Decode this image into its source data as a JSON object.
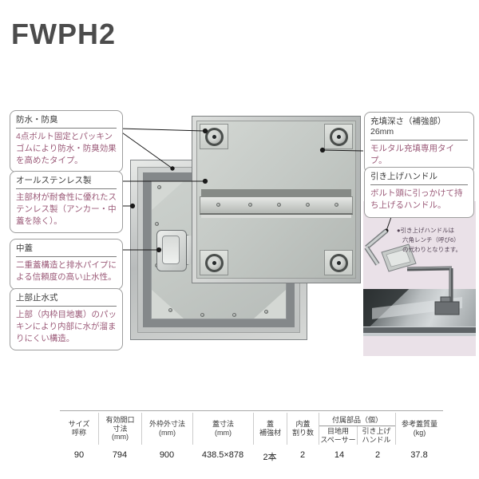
{
  "page": {
    "title": "FWPH2"
  },
  "colors": {
    "title_text": "#4c4c4c",
    "callout_body_text": "#9b5a78",
    "note_text": "#544456",
    "right_panel_background": "#eae1e8",
    "leader_line": "#1a1a1a"
  },
  "callouts_left": [
    {
      "title": "防水・防臭",
      "body": "4点ボルト固定とパッキンゴムにより防水・防臭効果を高めたタイプ。"
    },
    {
      "title": "オールステンレス製",
      "body": "主部材が耐食性に優れたステンレス製（アンカー・中蓋を除く）。"
    },
    {
      "title": "中蓋",
      "body": "二重蓋構造と排水パイプによる信頼度の高い止水性。"
    },
    {
      "title": "上部止水式",
      "body": "上部（内枠目地裏）のパッキンにより内部に水が溜まりにくい構造。"
    }
  ],
  "callouts_right": [
    {
      "title": "充填深さ（補強部）26mm",
      "body": "モルタル充填専用タイプ。"
    },
    {
      "title": "引き上げハンドル",
      "body": "ボルト頭に引っかけて持ち上げるハンドル。"
    }
  ],
  "handle_note": {
    "lines": [
      "●引き上げハンドルは",
      "六角レンチ（呼び6）",
      "の代わりとなります。"
    ]
  },
  "spec_table": {
    "group_header": "付属部品（個）",
    "headers": [
      {
        "lines": [
          "サイズ",
          "呼称"
        ]
      },
      {
        "lines": [
          "有効開口",
          "寸法",
          "(mm)"
        ]
      },
      {
        "lines": [
          "外枠外寸法",
          "(mm)"
        ]
      },
      {
        "lines": [
          "蓋寸法",
          "(mm)"
        ]
      },
      {
        "lines": [
          "蓋",
          "補強材"
        ]
      },
      {
        "lines": [
          "内蓋",
          "割り数"
        ]
      },
      {
        "lines": [
          "目地用",
          "スペーサー"
        ]
      },
      {
        "lines": [
          "引き上げ",
          "ハンドル"
        ]
      },
      {
        "lines": [
          "参考蓋質量",
          "(kg)"
        ]
      }
    ],
    "values": [
      "90",
      "794",
      "900",
      "438.5×878",
      "2本",
      "2",
      "14",
      "2",
      "37.8"
    ]
  }
}
